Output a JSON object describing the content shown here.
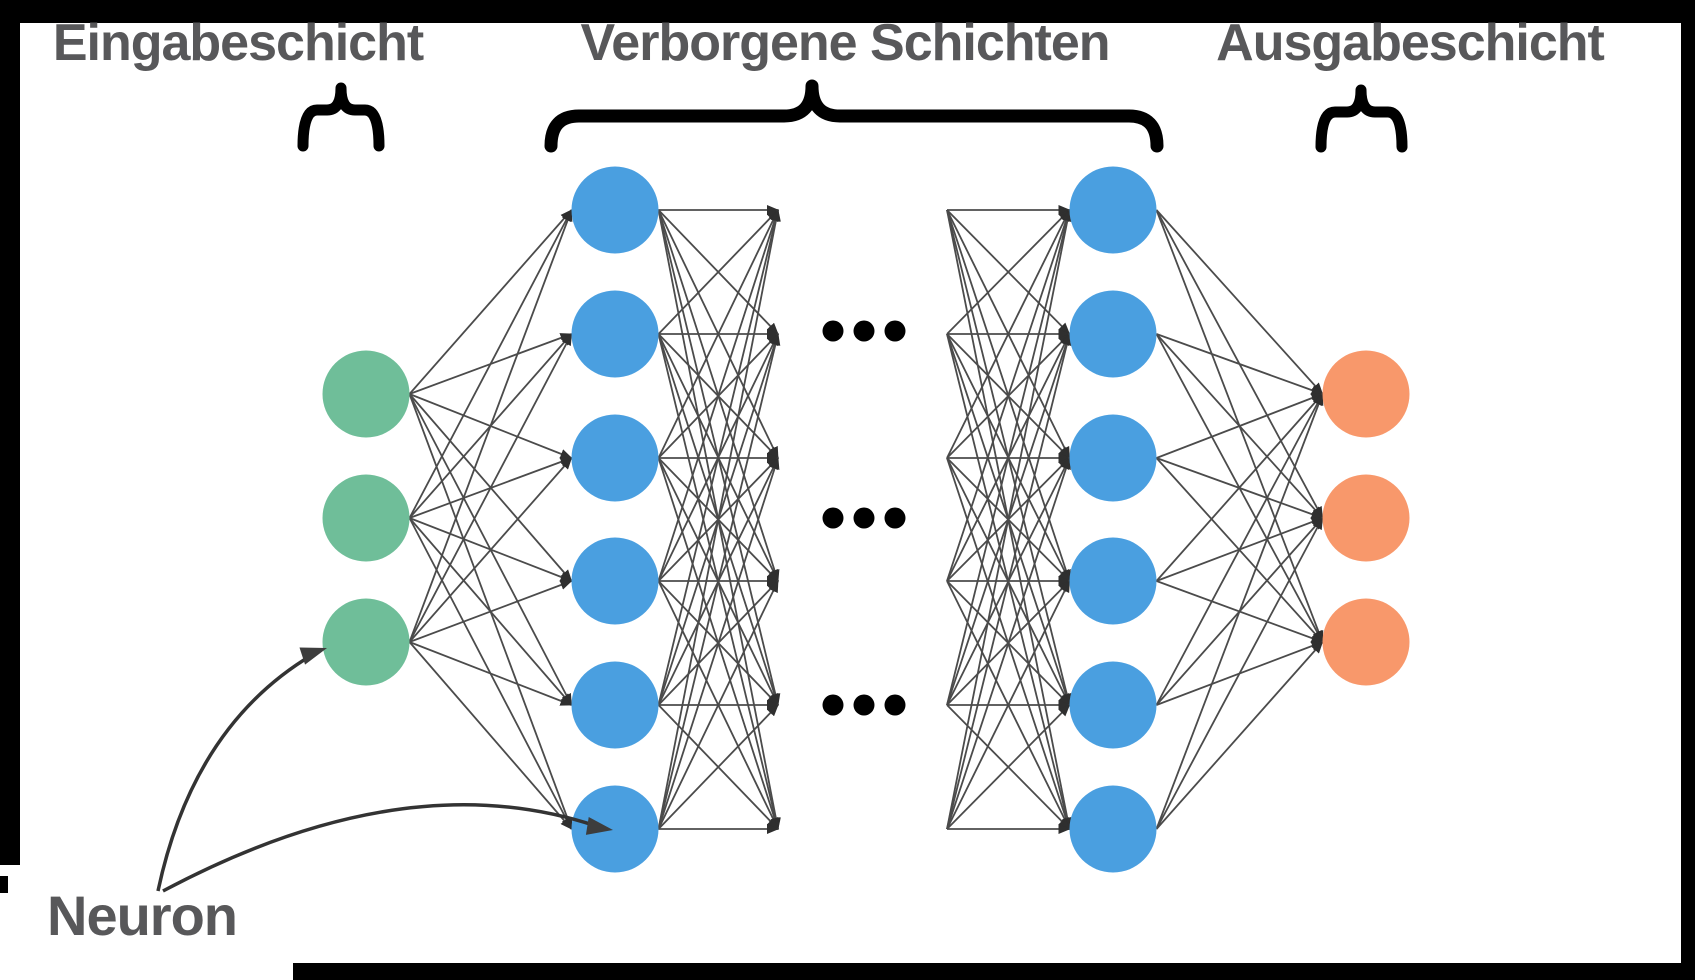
{
  "labels": {
    "input_layer": "Eingabeschicht",
    "hidden_layers": "Verborgene Schichten",
    "output_layer": "Ausgabeschicht",
    "neuron": "Neuron"
  },
  "colors": {
    "background": "#000000",
    "canvas": "#FFFFFF",
    "label_text": "#58585A",
    "input_neuron": "#6FBE99",
    "hidden_neuron": "#4A9FE0",
    "output_neuron": "#F8986B",
    "connection_line": "#4B4B4B",
    "brace": "#000000",
    "ellipsis_dot": "#000000",
    "annotation_arrow": "#333333"
  },
  "network": {
    "layers": [
      {
        "id": "input",
        "role": "input",
        "neuron_count": 3,
        "color": "#6FBE99"
      },
      {
        "id": "hidden1",
        "role": "hidden",
        "neuron_count": 6,
        "color": "#4A9FE0"
      },
      {
        "id": "hidden2",
        "role": "hidden",
        "neuron_count": 6,
        "color": "#4A9FE0"
      },
      {
        "id": "output",
        "role": "output",
        "neuron_count": 3,
        "color": "#F8986B"
      }
    ],
    "ellipsis": {
      "rows": 3,
      "dots_per_row": 3
    }
  }
}
